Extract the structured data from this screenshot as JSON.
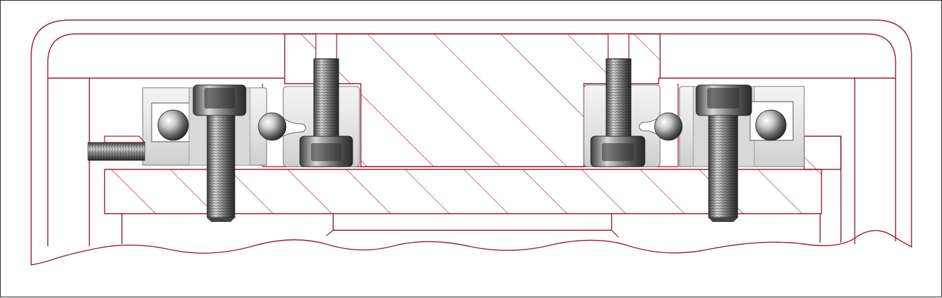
{
  "diagram": {
    "type": "mechanical cross-section",
    "colors": {
      "outline": "#9a1b2e",
      "frame": "#2b2b2b",
      "steel_light": "#ededed",
      "steel_mid": "#b9b9b9",
      "steel_dark": "#4a4a4a",
      "background": "#ffffff"
    },
    "parts": [
      "housing",
      "base-plate",
      "center-block",
      "left-bearing-block",
      "right-bearing-block",
      "left-inner-block",
      "right-inner-block",
      "cap-screw",
      "ball",
      "set-screw"
    ]
  }
}
